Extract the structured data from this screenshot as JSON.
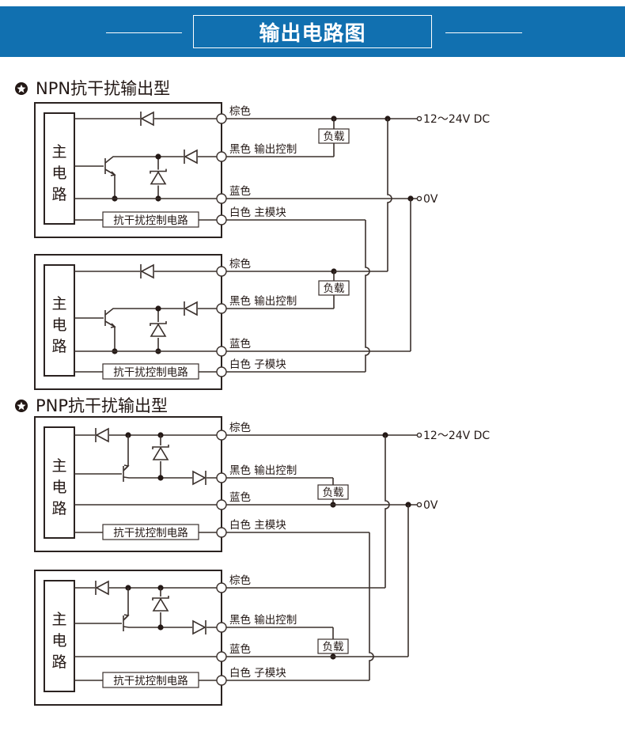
{
  "header": {
    "title": "输出电路图",
    "background_color": "#1170b0"
  },
  "sections": [
    {
      "heading_icon": "star-circle-icon",
      "heading": "NPN抗干扰输出型",
      "blocks": [
        {
          "main_circuit_label": [
            "主",
            "电",
            "路"
          ],
          "control_box_label": "抗干扰控制电路",
          "wire_labels": [
            "棕色",
            "黑色 输出控制",
            "蓝色",
            "白色 主模块"
          ],
          "load_label": "负载"
        },
        {
          "main_circuit_label": [
            "主",
            "电",
            "路"
          ],
          "control_box_label": "抗干扰控制电路",
          "wire_labels": [
            "棕色",
            "黑色 输出控制",
            "蓝色",
            "白色 子模块"
          ],
          "load_label": "负载"
        }
      ],
      "supply_positive": "12～24V DC",
      "supply_ground": "0V"
    },
    {
      "heading_icon": "star-circle-icon",
      "heading": "PNP抗干扰输出型",
      "blocks": [
        {
          "main_circuit_label": [
            "主",
            "电",
            "路"
          ],
          "control_box_label": "抗干扰控制电路",
          "wire_labels": [
            "棕色",
            "黑色 输出控制",
            "蓝色",
            "白色 主模块"
          ],
          "load_label": "负载"
        },
        {
          "main_circuit_label": [
            "主",
            "电",
            "路"
          ],
          "control_box_label": "抗干扰控制电路",
          "wire_labels": [
            "棕色",
            "黑色 输出控制",
            "蓝色",
            "白色 子模块"
          ],
          "load_label": "负载"
        }
      ],
      "supply_positive": "12～24V DC",
      "supply_ground": "0V"
    }
  ]
}
